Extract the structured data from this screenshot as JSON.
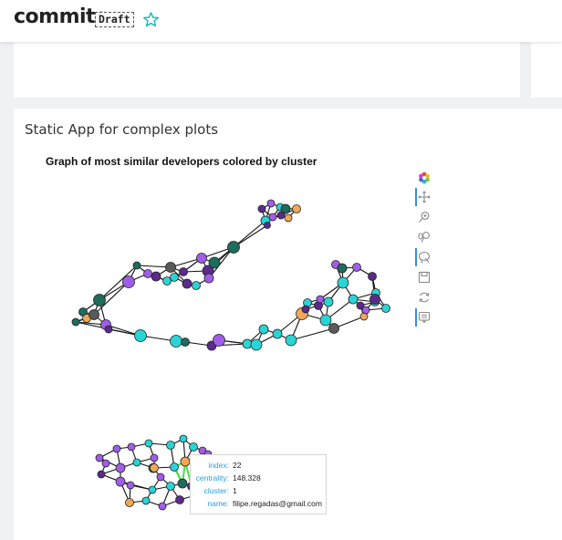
{
  "header": {
    "title": "commits",
    "badge": "Draft",
    "star_icon": "star-outline-icon",
    "accent_color": "#15b8b0"
  },
  "main": {
    "heading": "Static App for complex plots",
    "chart_title": "Graph of most similar developers colored by cluster"
  },
  "toolbar": {
    "items": [
      {
        "icon": "bokeh-logo-icon",
        "active": false
      },
      {
        "icon": "pan-icon",
        "active": true
      },
      {
        "icon": "box-zoom-icon",
        "active": false
      },
      {
        "icon": "wheel-zoom-icon",
        "active": false
      },
      {
        "icon": "lasso-select-icon",
        "active": true
      },
      {
        "icon": "save-icon",
        "active": false
      },
      {
        "icon": "reset-icon",
        "active": false
      },
      {
        "icon": "hover-icon",
        "active": true
      }
    ]
  },
  "cluster_colors": {
    "0": "#1f6b5c",
    "1": "#2ad4d4",
    "2": "#a05ee8",
    "3": "#f0a857",
    "4": "#5b2a8c",
    "5": "#5a5a5a",
    "highlight": "#4ade4a"
  },
  "tooltip": {
    "rows": [
      {
        "key": "index:",
        "value": "22"
      },
      {
        "key": "centrality:",
        "value": "148.328"
      },
      {
        "key": "cluster:",
        "value": "1"
      },
      {
        "key": "name:",
        "value": "filipe.regadas@gmail.com"
      }
    ]
  }
}
